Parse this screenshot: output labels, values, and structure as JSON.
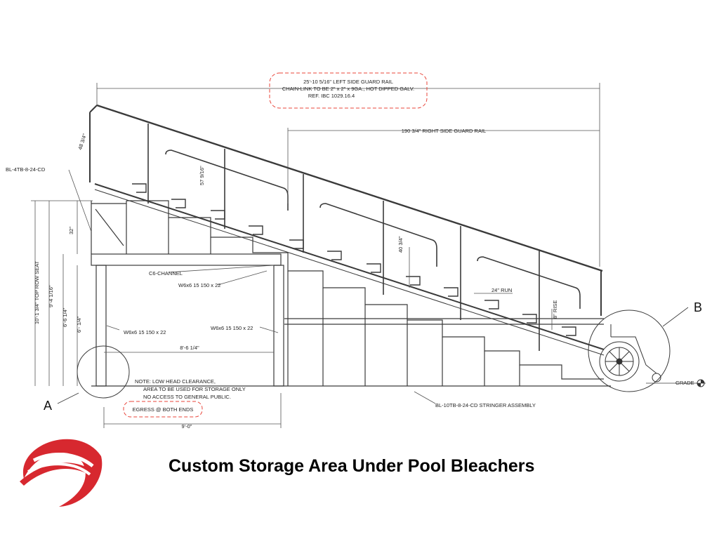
{
  "drawing": {
    "left_rail_note": {
      "line1": "25'-10 5/16\" LEFT SIDE GUARD RAIL",
      "line2": "CHAIN-LINK TO BE 2\" x 2\" x 9GA., HOT DIPPED GALV.",
      "line3": "REF. IBC 1029.16.4"
    },
    "right_rail_dim": "190 3/4\" RIGHT SIDE GUARD RAIL",
    "labels": {
      "bl4": "BL-4TB-8-24-CD",
      "rail_48": "48 3/4\"",
      "rail_1": "57 9/16\"",
      "c6": "C6-CHANNEL",
      "w6_top": "W6x6 15 150 x 22",
      "w6_left": "W6x6 15 150 x 22",
      "w6_right": "W6x6 15 150 x 22",
      "span_86": "8'-6 1/4\"",
      "dim_32": "32\"",
      "top_row_seat": "10'-1 3/4\" TOP ROW SEAT",
      "dim_94": "9'-4 1/16\"",
      "dim_66": "6'-6 1/4\"",
      "dim_61": "6'- 1/4\"",
      "rail_40": "40 3/4\"",
      "run": "24\" RUN",
      "rise": "8\" RISE",
      "grade": "GRADE",
      "stringer": "BL-10TB-8-24-CD STRINGER ASSEMBLY",
      "width_9": "9'-0\"",
      "detail_a": "A",
      "detail_b": "B"
    },
    "note": {
      "line1": "NOTE: LOW HEAD CLEARANCE,",
      "line2": "AREA TO BE USED FOR STORAGE ONLY",
      "line3": "NO ACCESS TO GENERAL PUBLIC."
    },
    "egress": "EGRESS @ BOTH ENDS"
  },
  "caption": "Custom Storage Area Under Pool Bleachers",
  "colors": {
    "line": "#3a3a3a",
    "revision_cloud": "#e8443a",
    "logo_red": "#d7282f"
  },
  "icons": [
    "logo-swoosh-icon",
    "wheelchair-icon",
    "grade-marker-icon"
  ]
}
